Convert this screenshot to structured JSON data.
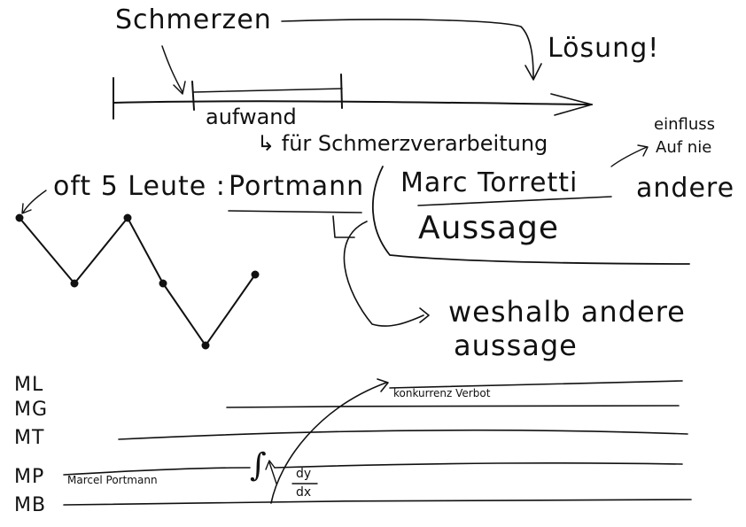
{
  "notes": {
    "schmerzen": "Schmerzen",
    "loesung": "Lösung!",
    "aufwand": "aufwand",
    "schmerzverarbeitung": "↳ für Schmerzverarbeitung",
    "einfluss_line1": "einfluss",
    "einfluss_line2": "Auf nie",
    "oft_5_leute": "oft 5 Leute :",
    "portmann": "Portmann",
    "marc_torretti": "Marc Torretti",
    "andere": "andere",
    "aussage": "Aussage",
    "weshalb_line1": "weshalb andere",
    "weshalb_line2": "aussage",
    "ml": "ML",
    "mg": "MG",
    "mt": "MT",
    "mp": "MP",
    "mb": "MB",
    "konkurrenz_verbot": "konkurrenz Verbot",
    "marcel_portmann": "Marcel Portmann",
    "integral": "∫",
    "dy": "dy",
    "dx": "dx"
  },
  "colors": {
    "ink": "#111111",
    "paper": "#ffffff"
  }
}
